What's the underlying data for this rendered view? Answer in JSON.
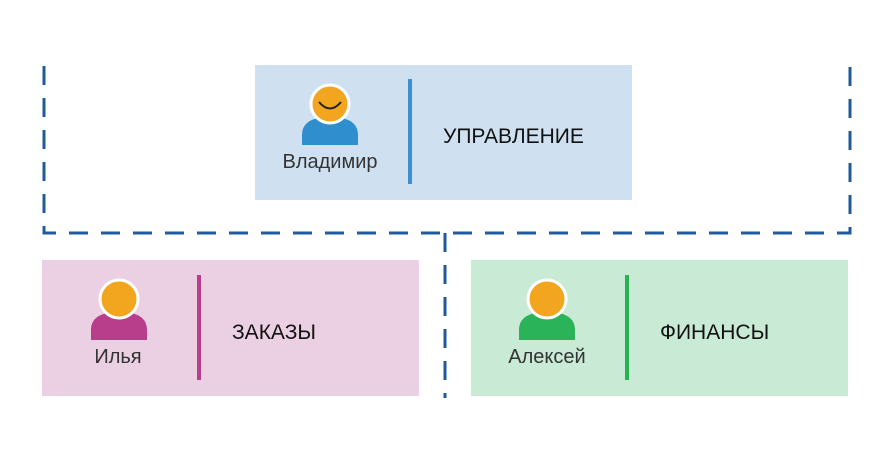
{
  "org": {
    "management": {
      "person": "Владимир",
      "department": "УПРАВЛЕНИЕ",
      "avatar_icon": "smiling-person-icon",
      "avatar_color": "#2f8fce",
      "card_color": "#cfe1f1",
      "divider_color": "#3c8fd0"
    },
    "orders": {
      "person": "Илья",
      "department": "ЗАКАЗЫ",
      "avatar_icon": "person-icon",
      "avatar_color": "#b83e8c",
      "card_color": "#ebcfe2",
      "divider_color": "#b83e8c"
    },
    "finance": {
      "person": "Алексей",
      "department": "ФИНАНСЫ",
      "avatar_icon": "person-icon",
      "avatar_color": "#2bb35a",
      "card_color": "#c9ead5",
      "divider_color": "#28b350"
    },
    "head_color": "#f2a51f",
    "connector_color": "#1f5a9a"
  }
}
